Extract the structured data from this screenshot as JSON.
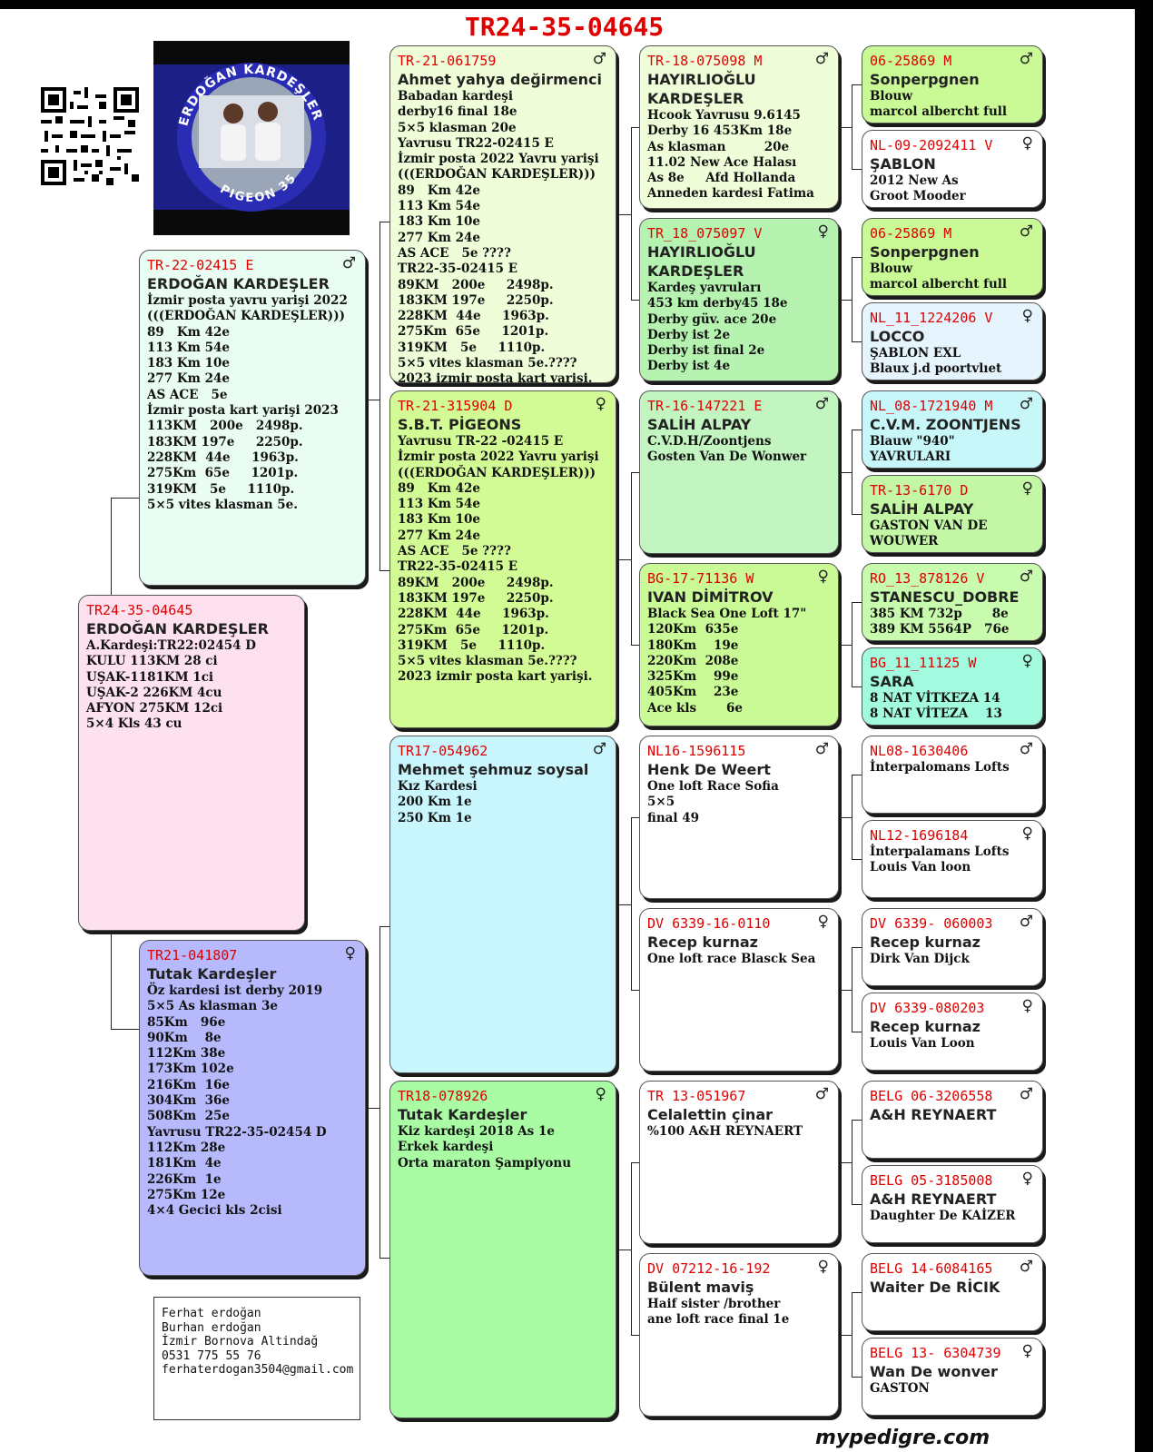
{
  "title": "TR24-35-04645",
  "footer": "mypedigre.com",
  "logo": {
    "text_top": "ERDOĞAN KARDEŞLER",
    "text_bottom": "PIGEON 35"
  },
  "contact": [
    "Ferhat erdoğan",
    "Burhan erdoğan",
    "İzmir Bornova Altindağ",
    "0531 775 55 76",
    "",
    "ferhaterdogan3504@gmail.com"
  ],
  "pigeons": [
    {
      "id": "subject",
      "color": "#fde1ef",
      "ring": "TR24-35-04645",
      "sex": "",
      "name": "ERDOĞAN KARDEŞLER",
      "lines": [
        "A.Kardeşi:TR22:02454 D",
        "KULU 113KM 28 ci",
        "UŞAK-1181KM 1ci",
        "UŞAK-2 226KM 4cu",
        "AFYON 275KM 12ci",
        "5×4 Kls 43 cu"
      ]
    },
    {
      "id": "sire",
      "color": "#e9fdf2",
      "ring": "TR-22-02415 E",
      "sex": "♂",
      "name": "ERDOĞAN KARDEŞLER",
      "lines": [
        "İzmir posta yavru yarişi 2022",
        "(((ERDOĞAN KARDEŞLER)))",
        "89   Km 42e",
        "113 Km 54e",
        "183 Km 10e",
        "277 Km 24e",
        "AS ACE   5e",
        "İzmir posta kart yarişi 2023",
        "113KM   200e   2498p.",
        "183KM 197e     2250p.",
        "228KM  44e     1963p.",
        "275Km  65e     1201p.",
        "319KM   5e     1110p.",
        "5×5 vites klasman 5e."
      ]
    },
    {
      "id": "dam",
      "color": "#b6b9fb",
      "ring": "TR21-041807",
      "sex": "♀",
      "name": "Tutak Kardeşler",
      "lines": [
        "Öz kardesi ist derby 2019",
        "5×5 As klasman 3e",
        "85Km   96e",
        "90Km    8e",
        "112Km 38e",
        "173Km 102e",
        "216Km  16e",
        "304Km  36e",
        "508Km  25e",
        "Yavrusu TR22-35-02454 D",
        "112Km 28e",
        "181Km  4e",
        "226Km  1e",
        "275Km 12e",
        "4×4 Gecici kls 2cisi"
      ]
    },
    {
      "id": "ss",
      "color": "#effdd9",
      "ring": "TR-21-061759",
      "sex": "♂",
      "name": "Ahmet yahya değirmenci",
      "lines": [
        "Babadan kardeşi",
        "derby16 final 18e",
        "5×5 klasman 20e",
        "Yavrusu TR22-02415 E",
        "İzmir posta 2022 Yavru yarişi",
        "(((ERDOĞAN KARDEŞLER)))",
        "89   Km 42e",
        "113 Km 54e",
        "183 Km 10e",
        "277 Km 24e",
        "AS ACE   5e ????",
        "TR22-35-02415 E",
        "89KM   200e     2498p.",
        "183KM 197e     2250p.",
        "228KM  44e     1963p.",
        "275Km  65e     1201p.",
        "319KM   5e     1110p.",
        "5×5 vites klasman 5e.????",
        "2023 izmir posta kart yarişi."
      ]
    },
    {
      "id": "sd",
      "color": "#d3fb95",
      "ring": "TR-21-315904 D",
      "sex": "♀",
      "name": "S.B.T. PİGEONS",
      "lines": [
        "Yavrusu TR-22 -02415 E",
        "İzmir posta 2022 Yavru yarişi",
        "(((ERDOĞAN KARDEŞLER)))",
        "89   Km 42e",
        "113 Km 54e",
        "183 Km 10e",
        "277 Km 24e",
        "AS ACE   5e ????",
        "TR22-35-02415 E",
        "89KM   200e     2498p.",
        "183KM 197e     2250p.",
        "228KM  44e     1963p.",
        "275Km  65e     1201p.",
        "319KM   5e     1110p.",
        "5×5 vites klasman 5e.????",
        "2023 izmir posta kart yarişi."
      ]
    },
    {
      "id": "ds",
      "color": "#c9f6fd",
      "ring": "TR17-054962",
      "sex": "♂",
      "name": "Mehmet şehmuz soysal",
      "lines": [
        "Kız Kardesi",
        "200 Km 1e",
        "250 Km 1e"
      ]
    },
    {
      "id": "dd",
      "color": "#a9fca3",
      "ring": "TR18-078926",
      "sex": "♀",
      "name": "Tutak Kardeşler",
      "lines": [
        "Kiz kardeşi 2018 As 1e",
        "Erkek kardeşi",
        "Orta maraton Şampiyonu"
      ]
    },
    {
      "id": "sss",
      "color": "#effdd9",
      "ring": "TR-18-075098  M",
      "sex": "♂",
      "name": "HAYIRLIOĞLU KARDEŞLER",
      "lines": [
        "Hcook Yavrusu 9.6145",
        "Derby 16 453Km 18e",
        "As klasman         20e",
        "11.02 New Ace Halası",
        "As 8e     Afd Hollanda",
        "Anneden kardesi Fatima"
      ]
    },
    {
      "id": "ssd",
      "color": "#b6f3b0",
      "ring": "TR_18_075097  V",
      "sex": "♀",
      "name": "HAYIRLIOĞLU KARDEŞLER",
      "lines": [
        "Kardeş yavruları",
        "453 km derby45 18e",
        "Derby güv. ace 20e",
        "Derby ist 2e",
        "Derby ist final 2e",
        "Derby ist 4e"
      ]
    },
    {
      "id": "sds",
      "color": "#c3f5c0",
      "ring": "TR-16-147221  E",
      "sex": "♂",
      "name": "SALİH ALPAY",
      "lines": [
        "C.V.D.H/Zoontjens",
        "Gosten Van De Wonwer"
      ]
    },
    {
      "id": "sdd",
      "color": "#c9fa96",
      "ring": "BG-17-71136  W",
      "sex": "♀",
      "name": "IVAN DİMİTROV",
      "lines": [
        "Black Sea One Loft 17\"",
        "120Km  635e",
        "180Km    19e",
        "220Km  208e",
        "325Km    99e",
        "405Km    23e",
        "Ace kls       6e"
      ]
    },
    {
      "id": "dss",
      "color": "#ffffff",
      "ring": "NL16-1596115",
      "sex": "♂",
      "name": "Henk De Weert",
      "lines": [
        "One loft Race Sofia",
        "5×5",
        "final 49"
      ]
    },
    {
      "id": "dsd",
      "color": "#ffffff",
      "ring": "DV  6339-16-0110",
      "sex": "♀",
      "name": "Recep kurnaz",
      "lines": [
        "One loft race Blasck Sea"
      ]
    },
    {
      "id": "dds",
      "color": "#ffffff",
      "ring": "TR  13-051967",
      "sex": "♂",
      "name": "Celalettin çinar",
      "lines": [
        "%100 A&H REYNAERT"
      ]
    },
    {
      "id": "ddd",
      "color": "#ffffff",
      "ring": "DV  07212-16-192",
      "sex": "♀",
      "name": "Bülent maviş",
      "lines": [
        "Haif sister /brother",
        "ane loft race final 1e"
      ]
    },
    {
      "id": "g1",
      "color": "#c9fa96",
      "ring": "06-25869  M",
      "sex": "♂",
      "name": "Sonperpgnen",
      "lines": [
        "Blouw",
        "marcol albercht full"
      ]
    },
    {
      "id": "g2",
      "color": "#ffffff",
      "ring": "NL-09-2092411  V",
      "sex": "♀",
      "name": "ŞABLON",
      "lines": [
        "2012 New As",
        "Groot Mooder"
      ]
    },
    {
      "id": "g3",
      "color": "#c9fa96",
      "ring": "06-25869  M",
      "sex": "♂",
      "name": "Sonperpgnen",
      "lines": [
        "Blouw",
        "marcol albercht full"
      ]
    },
    {
      "id": "g4",
      "color": "#e6f5fd",
      "ring": "NL_11_1224206  V",
      "sex": "♀",
      "name": "LOCCO",
      "lines": [
        "ŞABLON EXL",
        "Blaux j.d poortvlıet"
      ]
    },
    {
      "id": "g5",
      "color": "#c8f7f9",
      "ring": "NL_08-1721940  M",
      "sex": "♂",
      "name": "C.V.M. ZOONTJENS",
      "lines": [
        "Blauw \"940\"",
        "YAVRULARI"
      ]
    },
    {
      "id": "g6",
      "color": "#c3f7a5",
      "ring": "TR-13-6170  D",
      "sex": "♀",
      "name": "SALİH ALPAY",
      "lines": [
        "GASTON VAN DE",
        "WOUWER"
      ]
    },
    {
      "id": "g7",
      "color": "#c9fbaf",
      "ring": "RO_13_878126  V",
      "sex": "♂",
      "name": "STANESCU_DOBRE",
      "lines": [
        "385 KM 732p       8e",
        "389 KM 5564P   76e"
      ]
    },
    {
      "id": "g8",
      "color": "#a2fbdf",
      "ring": "BG_11_11125  W",
      "sex": "♀",
      "name": "SARA",
      "lines": [
        "8 NAT VİTKEZA 14",
        "8 NAT VİTEZA    13"
      ]
    },
    {
      "id": "g9",
      "color": "#ffffff",
      "ring": "NL08-1630406",
      "sex": "♂",
      "name": "",
      "lines": [
        "İnterpalomans Lofts"
      ]
    },
    {
      "id": "g10",
      "color": "#ffffff",
      "ring": "NL12-1696184",
      "sex": "♀",
      "name": "",
      "lines": [
        "İnterpalamans Lofts",
        "Louis Van loon"
      ]
    },
    {
      "id": "g11",
      "color": "#ffffff",
      "ring": "DV  6339-  060003",
      "sex": "♂",
      "name": "Recep kurnaz",
      "lines": [
        "Dirk Van Dijck"
      ]
    },
    {
      "id": "g12",
      "color": "#ffffff",
      "ring": "DV  6339-080203",
      "sex": "♀",
      "name": "Recep kurnaz",
      "lines": [
        "Louis Van Loon"
      ]
    },
    {
      "id": "g13",
      "color": "#ffffff",
      "ring": "BELG  06-3206558",
      "sex": "♂",
      "name": "A&H REYNAERT",
      "lines": []
    },
    {
      "id": "g14",
      "color": "#ffffff",
      "ring": "BELG  05-3185008",
      "sex": "♀",
      "name": "A&H REYNAERT",
      "lines": [
        "Daughter De KAİZER"
      ]
    },
    {
      "id": "g15",
      "color": "#ffffff",
      "ring": "BELG  14-6084165",
      "sex": "♂",
      "name": "Waiter De RİCIK",
      "lines": []
    },
    {
      "id": "g16",
      "color": "#ffffff",
      "ring": "BELG  13-  6304739",
      "sex": "♀",
      "name": "Wan De wonver",
      "lines": [
        "GASTON"
      ]
    }
  ]
}
